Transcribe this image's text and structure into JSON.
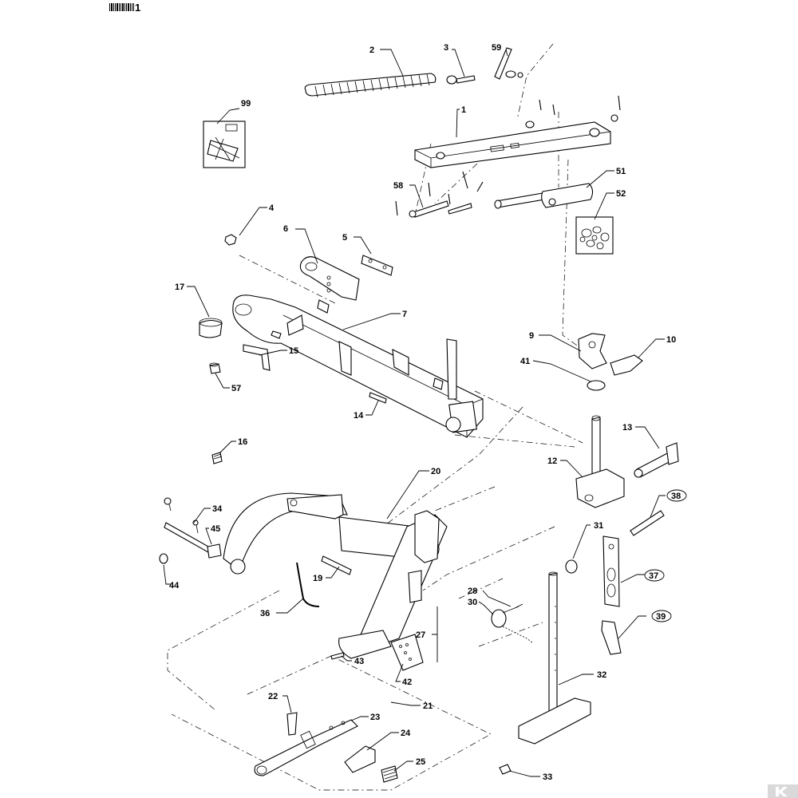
{
  "sheet": {
    "ref": "1"
  },
  "labels": [
    {
      "id": "p2",
      "text": "2"
    },
    {
      "id": "p3",
      "text": "3"
    },
    {
      "id": "p59",
      "text": "59"
    },
    {
      "id": "p99",
      "text": "99"
    },
    {
      "id": "p1",
      "text": "1"
    },
    {
      "id": "p58",
      "text": "58"
    },
    {
      "id": "p51",
      "text": "51"
    },
    {
      "id": "p52",
      "text": "52"
    },
    {
      "id": "p4",
      "text": "4"
    },
    {
      "id": "p6",
      "text": "6"
    },
    {
      "id": "p5",
      "text": "5"
    },
    {
      "id": "p17",
      "text": "17"
    },
    {
      "id": "p7",
      "text": "7"
    },
    {
      "id": "p15",
      "text": "15"
    },
    {
      "id": "p57",
      "text": "57"
    },
    {
      "id": "p14",
      "text": "14"
    },
    {
      "id": "p9",
      "text": "9"
    },
    {
      "id": "p10",
      "text": "10"
    },
    {
      "id": "p41",
      "text": "41"
    },
    {
      "id": "p13",
      "text": "13"
    },
    {
      "id": "p12",
      "text": "12"
    },
    {
      "id": "p16",
      "text": "16"
    },
    {
      "id": "p20",
      "text": "20"
    },
    {
      "id": "p34",
      "text": "34"
    },
    {
      "id": "p45",
      "text": "45"
    },
    {
      "id": "p44",
      "text": "44"
    },
    {
      "id": "p19",
      "text": "19"
    },
    {
      "id": "p36",
      "text": "36"
    },
    {
      "id": "p31",
      "text": "31"
    },
    {
      "id": "p38",
      "text": "38"
    },
    {
      "id": "p28",
      "text": "28"
    },
    {
      "id": "p30",
      "text": "30"
    },
    {
      "id": "p37",
      "text": "37"
    },
    {
      "id": "p27",
      "text": "27"
    },
    {
      "id": "p39",
      "text": "39"
    },
    {
      "id": "p43",
      "text": "43"
    },
    {
      "id": "p42",
      "text": "42"
    },
    {
      "id": "p32",
      "text": "32"
    },
    {
      "id": "p22",
      "text": "22"
    },
    {
      "id": "p21",
      "text": "21"
    },
    {
      "id": "p23",
      "text": "23"
    },
    {
      "id": "p24",
      "text": "24"
    },
    {
      "id": "p25",
      "text": "25"
    },
    {
      "id": "p33",
      "text": "33"
    }
  ],
  "colors": {
    "line": "#000000",
    "background": "#ffffff",
    "watermark": "#d9d9d9"
  }
}
